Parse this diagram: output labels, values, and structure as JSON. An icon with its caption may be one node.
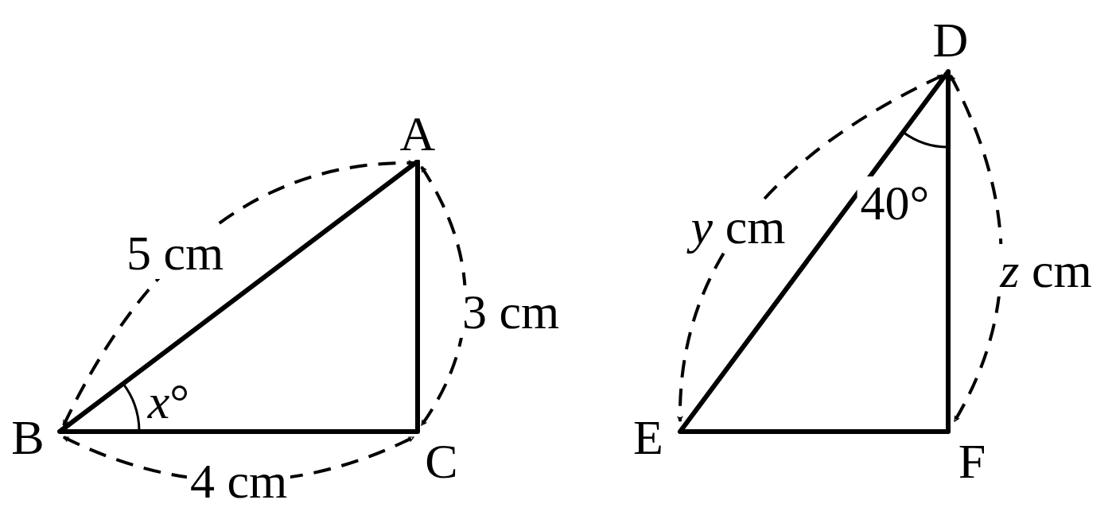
{
  "diagram": {
    "labels": [
      "A",
      "5 cm",
      "3 cm",
      "B",
      "*x*°",
      "C",
      "4 cm",
      "D",
      "*y* cm",
      "40°",
      "*z* cm",
      "E",
      "F"
    ]
  }
}
